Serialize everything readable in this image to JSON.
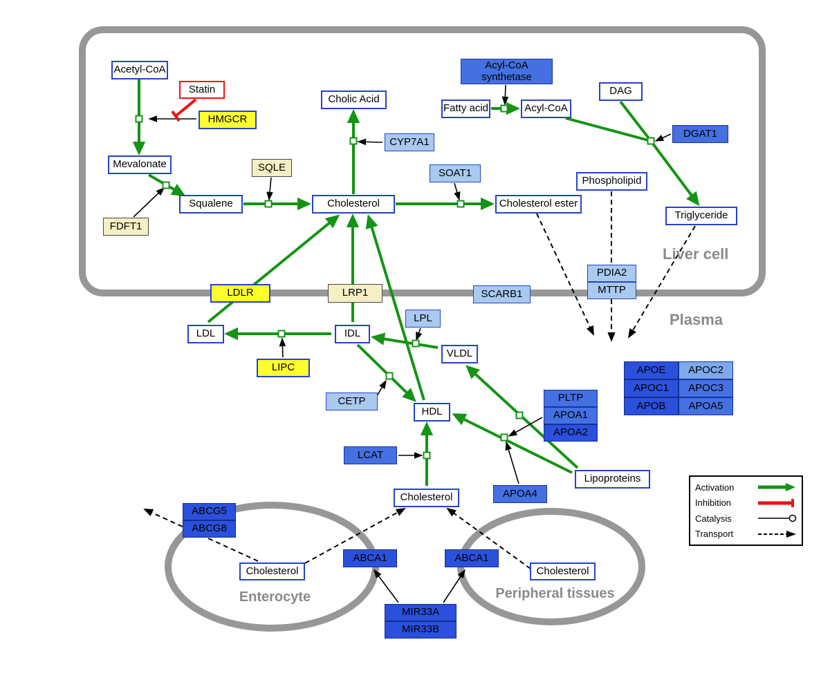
{
  "regions": {
    "liver": "Liver cell",
    "plasma": "Plasma",
    "enterocyte": "Enterocyte",
    "peripheral": "Peripheral tissues"
  },
  "nodes": {
    "acetyl_coa": "Acetyl-CoA",
    "statin": "Statin",
    "hmgcr": "HMGCR",
    "mevalonate": "Mevalonate",
    "sqle": "SQLE",
    "fdft1": "FDFT1",
    "squalene": "Squalene",
    "cholesterol_liver": "Cholesterol",
    "cholic_acid": "Cholic Acid",
    "cyp7a1": "CYP7A1",
    "soat1": "SOAT1",
    "cholesterol_ester": "Cholesterol ester",
    "acyl_coa_synthetase": "Acyl-CoA synthetase",
    "fatty_acid": "Fatty acid",
    "acyl_coa": "Acyl-CoA",
    "dag": "DAG",
    "dgat1": "DGAT1",
    "phospholipid": "Phospholipid",
    "triglyceride": "Triglyceride",
    "pdia2": "PDIA2",
    "mttp": "MTTP",
    "ldlr": "LDLR",
    "lrp1": "LRP1",
    "scarb1": "SCARB1",
    "ldl": "LDL",
    "idl": "IDL",
    "lpl": "LPL",
    "vldl": "VLDL",
    "lipc": "LIPC",
    "cetp": "CETP",
    "hdl": "HDL",
    "lcat": "LCAT",
    "pltp": "PLTP",
    "apoa1": "APOA1",
    "apoa2": "APOA2",
    "apoa4": "APOA4",
    "lipoproteins": "Lipoproteins",
    "apoe": "APOE",
    "apoc2": "APOC2",
    "apoc1": "APOC1",
    "apoc3": "APOC3",
    "apob": "APOB",
    "apoa5": "APOA5",
    "cholesterol_plasma": "Cholesterol",
    "abcg5": "ABCG5",
    "abcg8": "ABCG8",
    "cholesterol_enterocyte": "Cholesterol",
    "abca1_left": "ABCA1",
    "abca1_right": "ABCA1",
    "cholesterol_peripheral": "Cholesterol",
    "mir33a": "MIR33A",
    "mir33b": "MIR33B"
  },
  "legend": {
    "activation": "Activation",
    "inhibition": "Inhibition",
    "catalysis": "Catalysis",
    "transport": "Transport"
  },
  "colors": {
    "activation_green": "#149414",
    "inhibition_red": "#ee1111",
    "metabolite_border_blue": "#2343cb",
    "enzyme_light_blue": "#a9c9ef",
    "enzyme_medium_blue": "#4470e2",
    "enzyme_dark_blue": "#2b50dd",
    "highlight_yellow": "#ffff2e",
    "pale_yellow": "#f4f0c4",
    "cell_outline_gray": "#979797"
  }
}
